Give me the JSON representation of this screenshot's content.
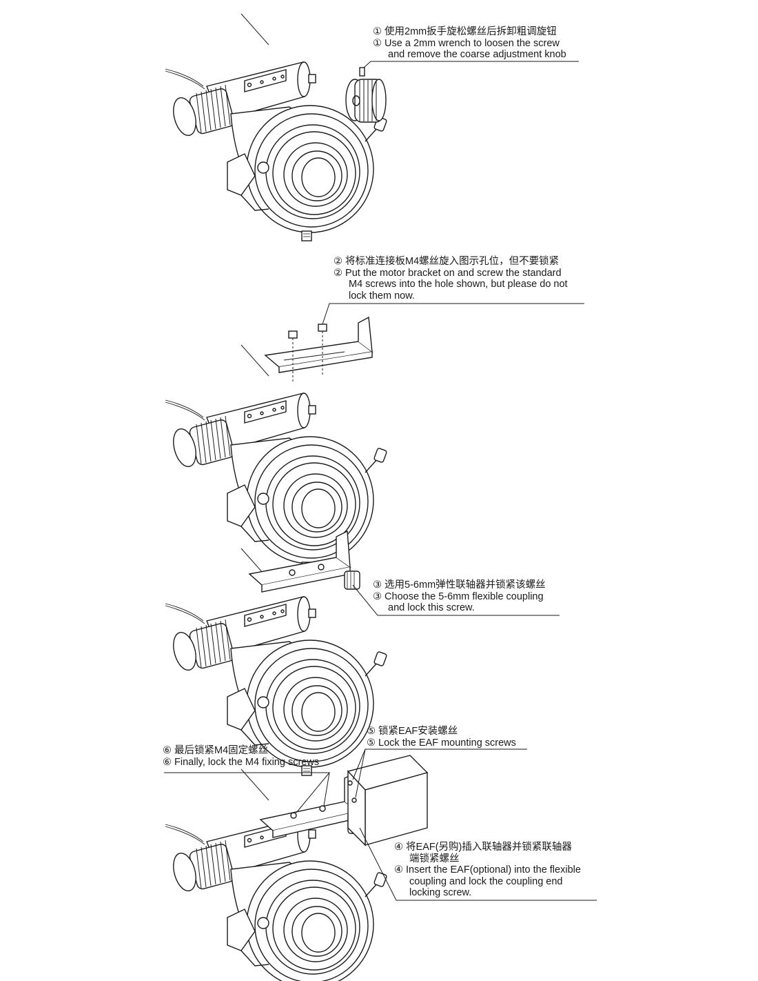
{
  "steps": [
    {
      "num": "①",
      "zh": "使用2mm扳手旋松螺丝后拆卸粗调旋钮",
      "en": [
        "Use a 2mm wrench to loosen the screw",
        "and remove the coarse adjustment knob"
      ]
    },
    {
      "num": "②",
      "zh": "将标准连接板M4螺丝旋入图示孔位，但不要锁紧",
      "en": [
        "Put the motor bracket on and screw the standard",
        "M4 screws into the hole shown, but please do not",
        "lock them now."
      ]
    },
    {
      "num": "③",
      "zh": "选用5-6mm弹性联轴器并锁紧该螺丝",
      "en": [
        "Choose the 5-6mm flexible coupling",
        "and lock this screw."
      ]
    },
    {
      "num": "④",
      "zh": [
        "将EAF(另购)插入联轴器并锁紧联轴器",
        "端锁紧螺丝"
      ],
      "en": [
        "Insert the EAF(optional) into the flexible",
        "coupling and lock the coupling end",
        "locking screw."
      ]
    },
    {
      "num": "⑤",
      "zh": "锁紧EAF安装螺丝",
      "en": [
        "Lock the EAF mounting screws"
      ]
    },
    {
      "num": "⑥",
      "zh": "最后锁紧M4固定螺丝",
      "en": [
        "Finally, lock the M4 fixing screws"
      ]
    }
  ]
}
